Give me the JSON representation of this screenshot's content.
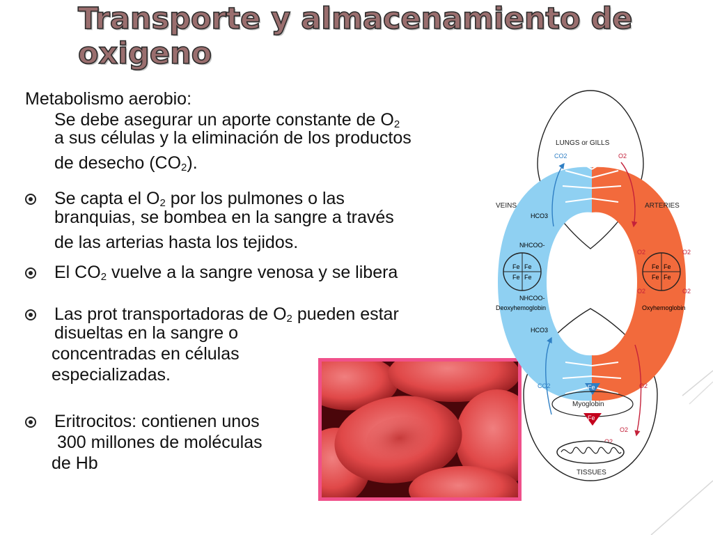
{
  "title": "Transporte y almacenamiento de oxigeno",
  "intro": {
    "heading": "Metabolismo aerobio:",
    "line1_a": "Se debe asegurar un aporte constante de O",
    "line1_sub": "2",
    "line2": "a sus células y la eliminación de los productos",
    "line3_a": "de desecho (CO",
    "line3_sub": "2",
    "line3_b": ")."
  },
  "bullets": [
    {
      "l1_a": "Se capta el O",
      "l1_sub": "2",
      "l1_b": " por los pulmones o las",
      "l2": "branquias, se bombea en la sangre a través",
      "l3": "de las arterias hasta los tejidos."
    },
    {
      "l1_a": "El CO",
      "l1_sub": "2",
      "l1_b": " vuelve a la sangre venosa y se libera"
    },
    {
      "l1_a": "Las prot transportadoras de O",
      "l1_sub": "2",
      "l1_b": " pueden estar",
      "l2": "disueltas en la sangre o",
      "l3": "concentradas en células",
      "l4": "especializadas."
    },
    {
      "l1": "Eritrocitos: contienen unos",
      "l2": "300 millones de moléculas",
      "l3": "de Hb"
    }
  ],
  "diagram": {
    "lungs": "LUNGS or GILLS",
    "co2": "CO2",
    "o2": "O2",
    "veins": "VEINS",
    "arteries": "ARTERIES",
    "hco3": "HCO3",
    "nhcoo": "NHCOO-",
    "fe": "Fe",
    "deoxy": "Deoxyhemoglobin",
    "oxy": "Oxyhemoglobin",
    "myoglobin": "Myoglobin",
    "tissues": "TISSUES"
  },
  "colors": {
    "venous": "#8fd0f2",
    "arterial": "#f26a3c",
    "title_fill": "#9a6e6e",
    "frame": "#f0508a"
  }
}
